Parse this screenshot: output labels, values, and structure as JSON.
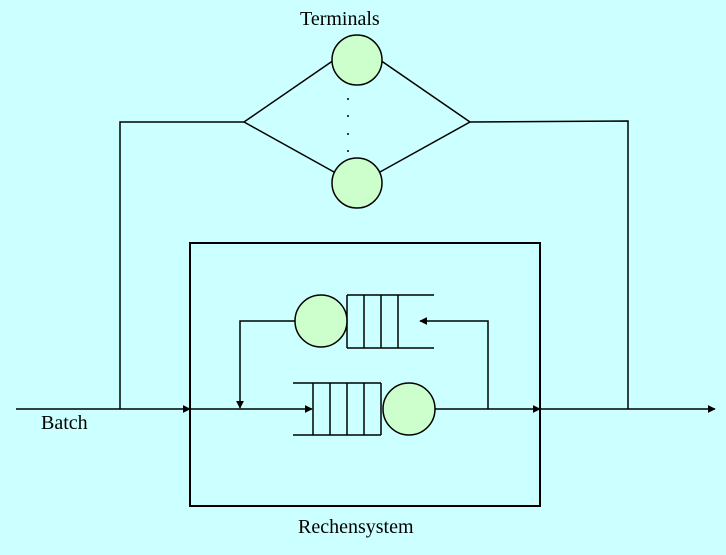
{
  "labels": {
    "terminals": "Terminals",
    "batch": "Batch",
    "system": "Rechensystem"
  },
  "colors": {
    "background": "#ccffff",
    "node_fill": "#ccffcc",
    "stroke": "#000000"
  }
}
